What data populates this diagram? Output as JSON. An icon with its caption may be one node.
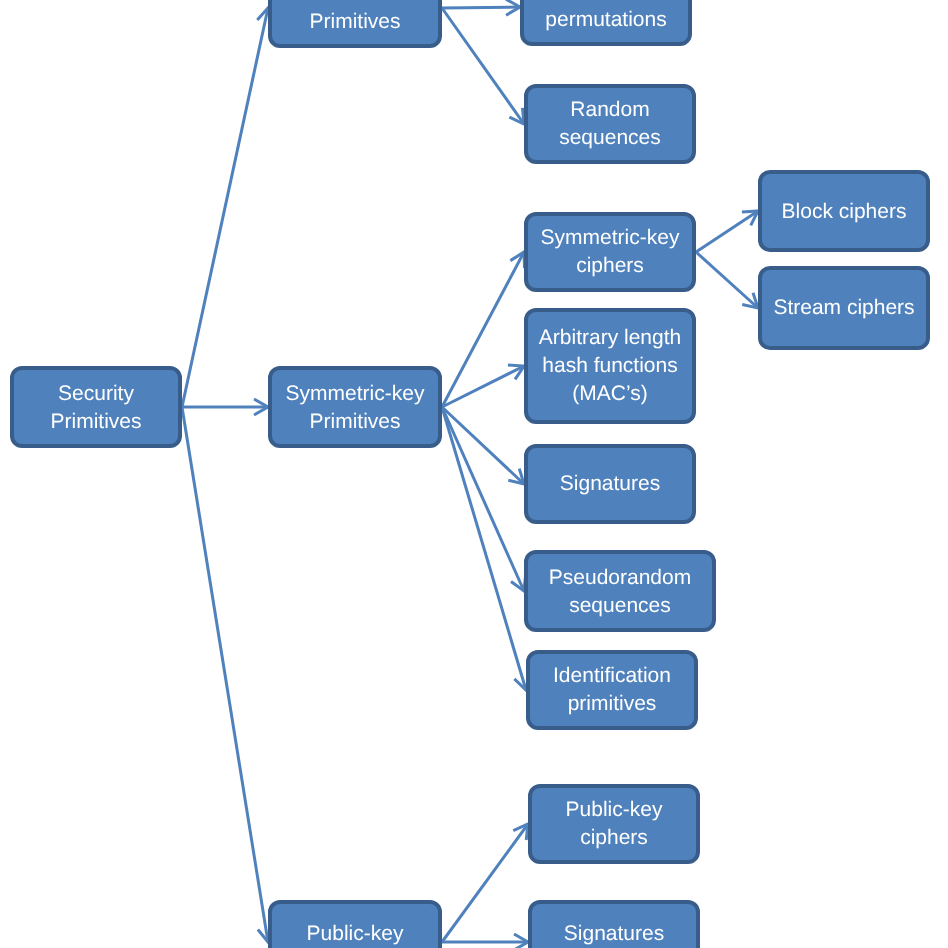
{
  "diagram": {
    "nodes": [
      {
        "text": [
          "Security Primitives"
        ]
      },
      {
        "text": [
          "Primitives"
        ]
      },
      {
        "text": [
          "permutations"
        ]
      },
      {
        "text": [
          "Random sequences"
        ]
      },
      {
        "text": [
          "Symmetric-key Primitives"
        ]
      },
      {
        "text": [
          "Symmetric-key ciphers"
        ]
      },
      {
        "text": [
          "Block ciphers"
        ]
      },
      {
        "text": [
          "Stream ciphers"
        ]
      },
      {
        "text": [
          "Arbitrary length hash functions (MAC’s)"
        ]
      },
      {
        "text": [
          "Signatures"
        ]
      },
      {
        "text": [
          "Pseudorandom sequences"
        ]
      },
      {
        "text": [
          "Identification primitives"
        ]
      },
      {
        "text": [
          "Public-key ciphers"
        ]
      },
      {
        "text": [
          "Public-key"
        ]
      },
      {
        "text": [
          "Signatures"
        ]
      }
    ],
    "edges": [
      {
        "from": 0,
        "to": 1,
        "arrow": "to"
      },
      {
        "from": 0,
        "to": 4,
        "arrow": "to"
      },
      {
        "from": 0,
        "to": 13,
        "arrow": "to"
      },
      {
        "from": 1,
        "to": 2,
        "arrow": "to"
      },
      {
        "from": 1,
        "to": 3,
        "arrow": "to"
      },
      {
        "from": 4,
        "to": 5,
        "arrow": "to"
      },
      {
        "from": 4,
        "to": 8,
        "arrow": "to"
      },
      {
        "from": 4,
        "to": 9,
        "arrow": "to"
      },
      {
        "from": 4,
        "to": 10,
        "arrow": "to"
      },
      {
        "from": 4,
        "to": 11,
        "arrow": "to"
      },
      {
        "from": 5,
        "to": 6,
        "arrow": "to"
      },
      {
        "from": 5,
        "to": 7,
        "arrow": "to"
      },
      {
        "from": 13,
        "to": 12,
        "arrow": "to"
      },
      {
        "from": 13,
        "to": 14,
        "arrow": "to"
      }
    ]
  }
}
